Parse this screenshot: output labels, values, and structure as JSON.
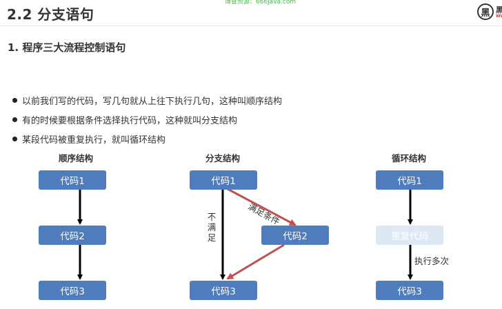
{
  "header": {
    "title": "2.2 分支语句",
    "watermark": "博查资源：666java.com",
    "logo_glyph": "黑",
    "logo_cut_text": "黑",
    "logo_cut_sub": "WW"
  },
  "section": {
    "heading": "1. 程序三大流程控制语句"
  },
  "bullets": [
    "以前我们写的代码，写几句就从上往下执行几句，这种叫顺序结构",
    "有的时候要根据条件选择执行代码，这种就叫分支结构",
    "某段代码被重复执行，就叫循环结构"
  ],
  "diagrams": {
    "sequence": {
      "title": "顺序结构",
      "boxes": [
        "代码1",
        "代码2",
        "代码3"
      ]
    },
    "branch": {
      "title": "分支结构",
      "boxes": [
        "代码1",
        "代码2",
        "代码3"
      ],
      "condition_label": "满足条件",
      "else_label": "不满足"
    },
    "loop": {
      "title": "循环结构",
      "boxes": [
        "代码1",
        "重复代码",
        "代码3"
      ],
      "loop_label": "执行多次"
    }
  },
  "colors": {
    "box_fill": "#4e7cbc",
    "box_faded": "#dce8f4",
    "branch_arrow": "#c0504d",
    "arrow": "#000000"
  }
}
